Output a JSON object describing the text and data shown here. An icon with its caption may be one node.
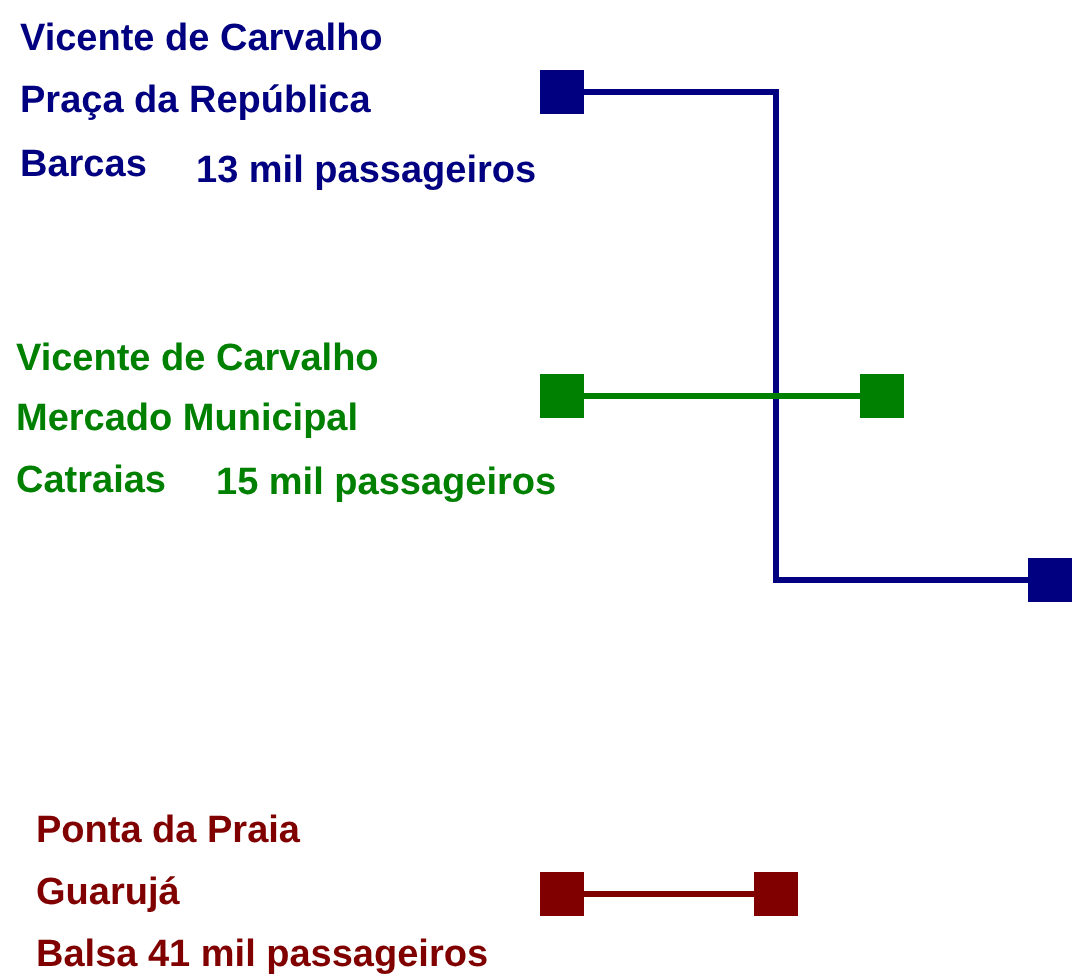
{
  "diagram": {
    "nodes": [
      {
        "text": [],
        "shape": "box",
        "beside": [
          "Vicente de Carvalho",
          "Praça da República",
          "Barcas",
          "13 mil passageiros"
        ]
      },
      {
        "text": [],
        "shape": "box"
      },
      {
        "text": [],
        "shape": "box",
        "beside": [
          "Vicente de Carvalho",
          "Mercado Municipal",
          "Catraias",
          "15 mil passageiros"
        ]
      },
      {
        "text": [],
        "shape": "box"
      },
      {
        "text": [],
        "shape": "box",
        "beside": [
          "Ponta da Praia",
          "Guarujá",
          "Balsa 41 mil passageiros"
        ]
      },
      {
        "text": [],
        "shape": "box"
      }
    ],
    "edges": [
      {
        "from": 0,
        "to": 1,
        "arrow": "none",
        "color": "#000080"
      },
      {
        "from": 2,
        "to": 3,
        "arrow": "none",
        "color": "#008000"
      },
      {
        "from": 4,
        "to": 5,
        "arrow": "none",
        "color": "#800000"
      }
    ]
  }
}
